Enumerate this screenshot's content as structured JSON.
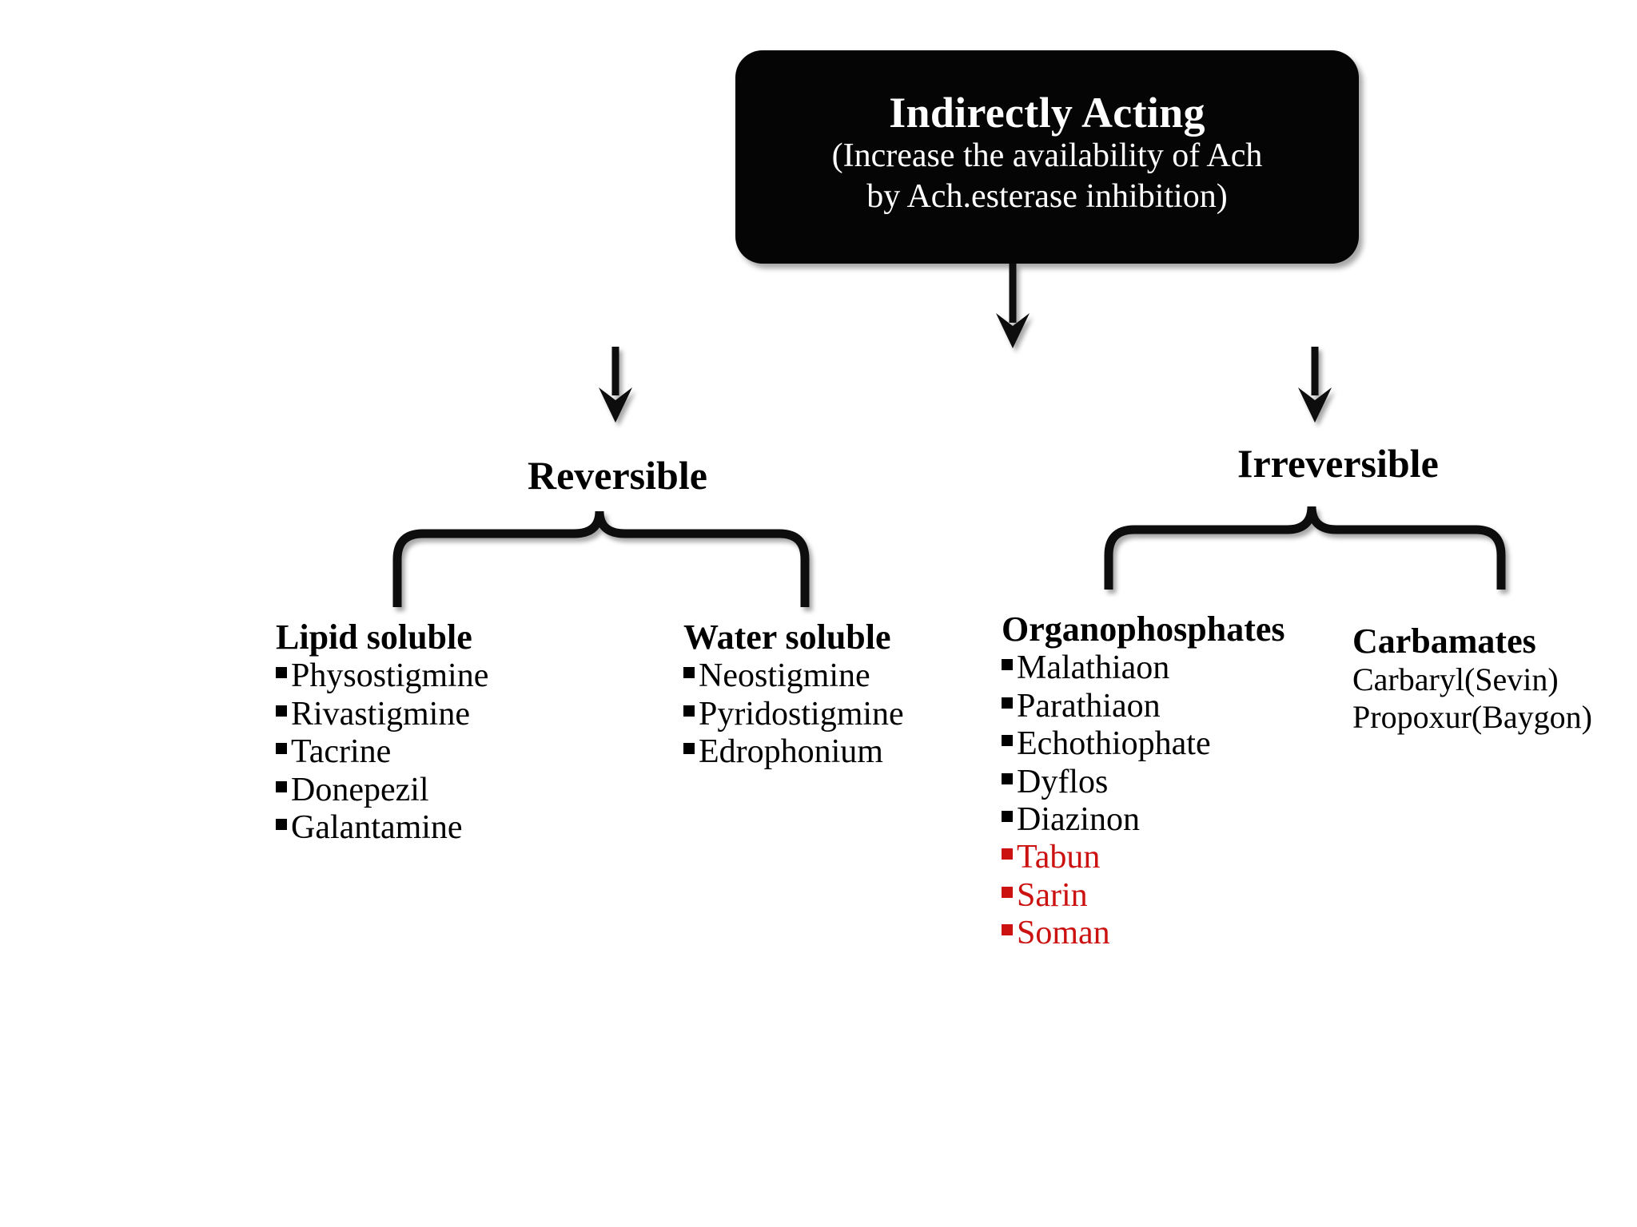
{
  "diagram": {
    "root": {
      "title": "Indirectly Acting",
      "subtitle_line1": "(Increase the availability of Ach",
      "subtitle_line2": "by Ach.esterase inhibition)"
    },
    "branches": {
      "reversible": "Reversible",
      "irreversible": "Irreversible"
    },
    "columns": [
      {
        "key": "lipid_soluble",
        "heading": "Lipid soluble",
        "items": [
          {
            "label": "Physostigmine",
            "bulleted": true,
            "color": "#000000"
          },
          {
            "label": "Rivastigmine",
            "bulleted": true,
            "color": "#000000"
          },
          {
            "label": "Tacrine",
            "bulleted": true,
            "color": "#000000"
          },
          {
            "label": "Donepezil",
            "bulleted": true,
            "color": "#000000"
          },
          {
            "label": "Galantamine",
            "bulleted": true,
            "color": "#000000"
          }
        ]
      },
      {
        "key": "water_soluble",
        "heading": "Water soluble",
        "items": [
          {
            "label": "Neostigmine",
            "bulleted": true,
            "color": "#000000"
          },
          {
            "label": "Pyridostigmine",
            "bulleted": true,
            "color": "#000000"
          },
          {
            "label": "Edrophonium",
            "bulleted": true,
            "color": "#000000"
          }
        ]
      },
      {
        "key": "organophosphates",
        "heading": "Organophosphates",
        "items": [
          {
            "label": "Malathiaon",
            "bulleted": true,
            "color": "#000000"
          },
          {
            "label": "Parathiaon",
            "bulleted": true,
            "color": "#000000"
          },
          {
            "label": "Echothiophate",
            "bulleted": true,
            "color": "#000000"
          },
          {
            "label": "Dyflos",
            "bulleted": true,
            "color": "#000000"
          },
          {
            "label": "Diazinon",
            "bulleted": true,
            "color": "#000000"
          },
          {
            "label": "Tabun",
            "bulleted": true,
            "color": "#CC1111"
          },
          {
            "label": "Sarin",
            "bulleted": true,
            "color": "#CC1111"
          },
          {
            "label": "Soman",
            "bulleted": true,
            "color": "#CC1111"
          }
        ]
      },
      {
        "key": "carbamates",
        "heading": "Carbamates",
        "items": [
          {
            "label": "Carbaryl(Sevin)",
            "bulleted": false,
            "color": "#000000"
          },
          {
            "label": "Propoxur(Baygon)",
            "bulleted": false,
            "color": "#000000"
          }
        ]
      }
    ],
    "colors": {
      "background": "#FFFFFF",
      "box_fill": "#050505",
      "box_text": "#FFFFFF",
      "text": "#000000",
      "highlight": "#CC1111",
      "connector": "#0A0A0A"
    }
  }
}
